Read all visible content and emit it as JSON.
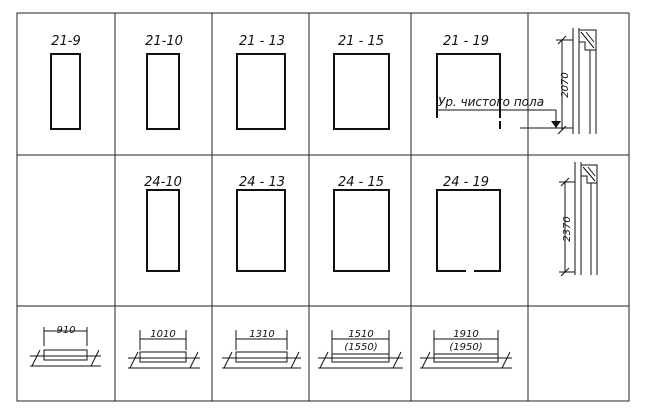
{
  "rows": {
    "top": {
      "cells": [
        {
          "label": "21-9"
        },
        {
          "label": "21-10"
        },
        {
          "label": "21 - 13"
        },
        {
          "label": "21 - 15"
        },
        {
          "label": "21 - 19"
        }
      ],
      "section": {
        "height_label": "2070",
        "floor_note": "Ур. чистого пола"
      }
    },
    "middle": {
      "cells": [
        {
          "label": "24-10"
        },
        {
          "label": "24 - 13"
        },
        {
          "label": "24 - 15"
        },
        {
          "label": "24 - 19"
        }
      ],
      "section": {
        "height_label": "2370"
      }
    },
    "bottom": {
      "plans": [
        {
          "width": "910",
          "alt": ""
        },
        {
          "width": "1010",
          "alt": ""
        },
        {
          "width": "1310",
          "alt": ""
        },
        {
          "width": "1510",
          "alt": "(1550)"
        },
        {
          "width": "1910",
          "alt": "(1950)"
        }
      ]
    }
  }
}
